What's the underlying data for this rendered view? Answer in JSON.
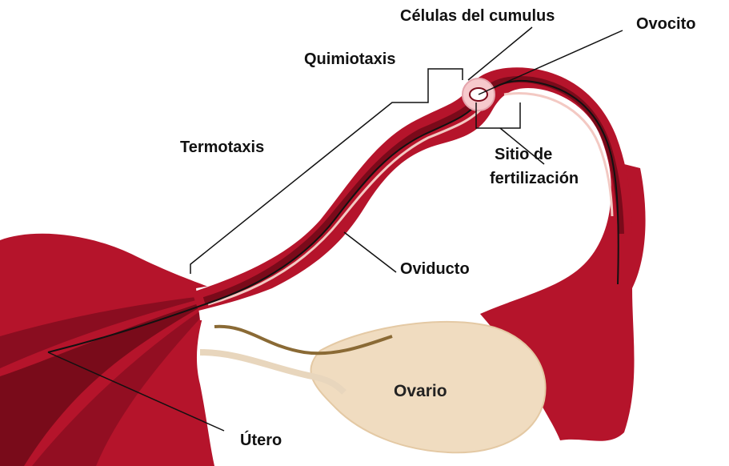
{
  "diagram": {
    "labels": {
      "celulas_cumulus": "Células del cumulus",
      "ovocito": "Ovocito",
      "quimiotaxis": "Quimiotaxis",
      "termotaxis": "Termotaxis",
      "sitio_line1": "Sitio de",
      "sitio_line2": "fertilización",
      "oviducto": "Oviducto",
      "ovario": "Ovario",
      "utero": "Útero"
    },
    "colors": {
      "tissue": "#b5142b",
      "tissue_dark": "#7a0a1a",
      "tissue_vein": "#8e0e22",
      "lumen": "#f3c9c3",
      "ovary": "#f0dcc0",
      "ovary_edge": "#8a6a35",
      "oocyte": "#f6c9cc",
      "leader": "#111111"
    }
  }
}
